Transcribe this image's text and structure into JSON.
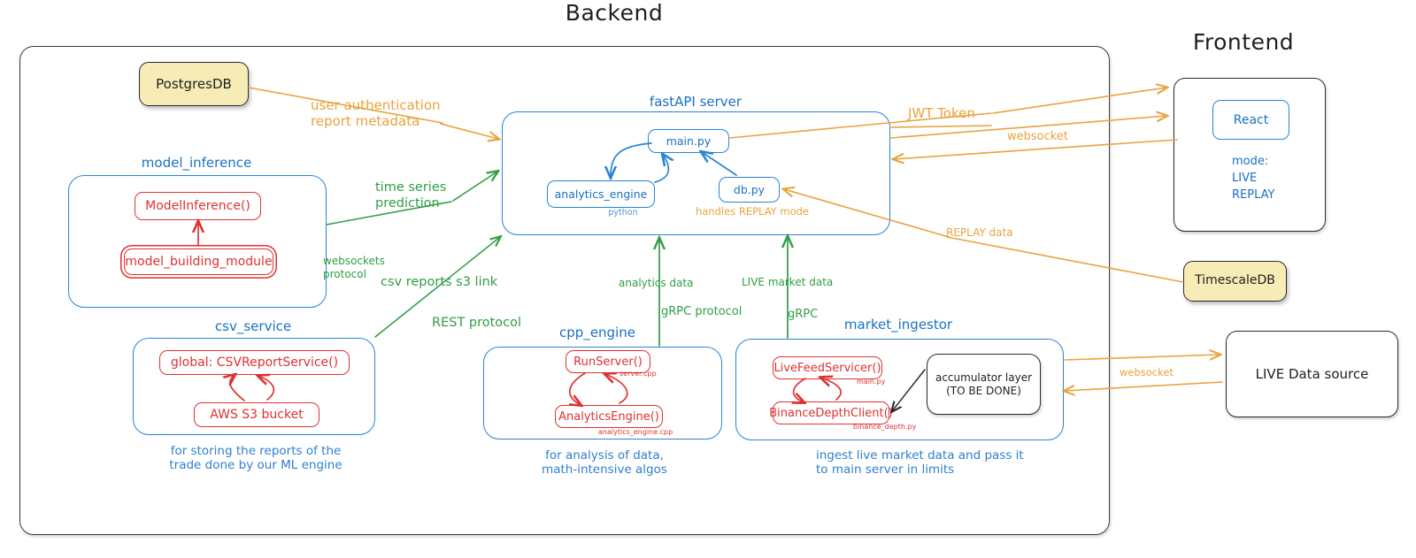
{
  "diagram": {
    "title_backend": "Backend",
    "title_frontend": "Frontend"
  },
  "databases": [
    {
      "name": "PostgresDB"
    },
    {
      "name": "TimescaleDB"
    }
  ],
  "external": {
    "live_data_source": "LIVE Data source",
    "accumulator": "accumulator layer\n(TO BE DONE)"
  },
  "frontend": {
    "react_label": "React",
    "mode_lines": "mode:\nLIVE\nREPLAY"
  },
  "fastapi": {
    "group_label": "fastAPI server",
    "main_py": "main.py",
    "analytics_engine": "analytics_engine",
    "db_py": "db.py",
    "runtime_tag": "python",
    "db_note": "handles REPLAY mode"
  },
  "model_inference": {
    "group_label": "model_inference",
    "class_main": "ModelInference()",
    "class_sub": "model_building_module"
  },
  "csv_service": {
    "group_label": "csv_service",
    "class_main": "global: CSVReportService()",
    "class_sub": "AWS S3 bucket",
    "note": "for storing the reports of the\ntrade done by our ML engine"
  },
  "cpp_engine": {
    "group_label": "cpp_engine",
    "class_main": "RunServer()",
    "file_main": "server.cpp",
    "class_sub": "AnalyticsEngine()",
    "file_sub": "analytics_engine.cpp",
    "note": "for analysis of data,\nmath-intensive algos"
  },
  "market_ingestor": {
    "group_label": "market_ingestor",
    "class_main": "LiveFeedServicer()",
    "file_main": "main.py",
    "class_sub": "BinanceDepthClient()",
    "file_sub": "binance_depth.py",
    "note": "ingest live market data and pass it\nto main server in limits"
  },
  "edge_labels": {
    "orange": [
      {
        "id": "user-auth",
        "text": "user authentication\nreport metadata"
      },
      {
        "id": "jwt-token",
        "text": "JWT Token"
      },
      {
        "id": "websocket-frontend",
        "text": "websocket"
      },
      {
        "id": "replay-data",
        "text": "REPLAY data"
      },
      {
        "id": "websocket-live-source",
        "text": "websocket"
      }
    ],
    "green": [
      {
        "id": "time-series",
        "text": "time series\nprediction"
      },
      {
        "id": "websockets-protocol",
        "text": "websockets\nprotocol"
      },
      {
        "id": "csv-reports",
        "text": "csv reports s3 link"
      },
      {
        "id": "rest-protocol",
        "text": "REST protocol"
      },
      {
        "id": "analytics-data",
        "text": "analytics data"
      },
      {
        "id": "grpc-protocol",
        "text": "gRPC protocol"
      },
      {
        "id": "live-market-data",
        "text": "LIVE market data"
      },
      {
        "id": "grpc",
        "text": "gRPC"
      }
    ]
  },
  "colors": {
    "blue": "#2b84d4",
    "red": "#e03131",
    "green": "#2f9e44",
    "orange": "#e8a33d",
    "dark": "#2b2b2b",
    "db_fill": "#f7ecb5"
  }
}
